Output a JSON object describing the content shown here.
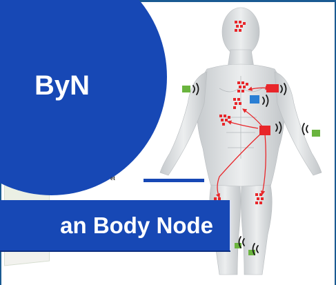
{
  "badge": {
    "abbreviation": "ByN"
  },
  "banner": {
    "title": "an Body Node"
  },
  "caption": {
    "visible_fragment": "et"
  },
  "figure": {
    "description_icon": "human-body-sensor-network",
    "sensor_node_icon": "sensor-node-icon",
    "wireless_icon": "wireless-signal-icon"
  },
  "colors": {
    "badge_blue": "#1748b5",
    "frame_blue": "#1a5a92",
    "sensor_red": "#e8262a",
    "sensor_green": "#6ab43e",
    "sensor_blue": "#2a7fd4",
    "skin": "#d9dcde"
  }
}
